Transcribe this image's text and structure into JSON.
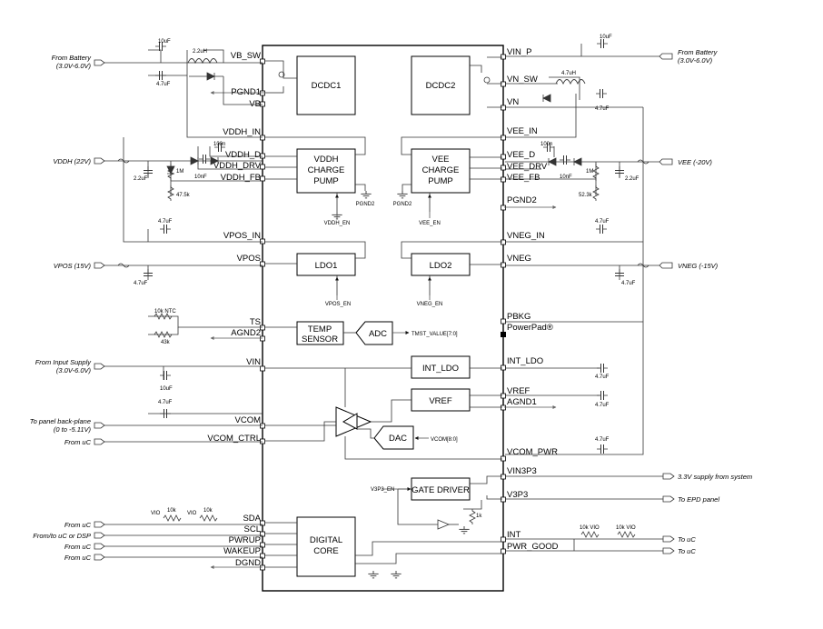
{
  "chip": {
    "left_pins": [
      "VB_SW",
      "PGND1",
      "VB",
      "VDDH_IN",
      "VDDH_D",
      "VDDH_DRV",
      "VDDH_FB",
      "VPOS_IN",
      "VPOS",
      "TS",
      "AGND2",
      "VIN",
      "VCOM",
      "VCOM_CTRL",
      "SDA",
      "SCL",
      "PWRUP",
      "WAKEUP",
      "DGND"
    ],
    "right_pins": [
      "VIN_P",
      "VN_SW",
      "VN",
      "VEE_IN",
      "VEE_D",
      "VEE_DRV",
      "VEE_FB",
      "PGND2",
      "VNEG_IN",
      "VNEG",
      "PBKG",
      "PowerPad®",
      "INT_LDO",
      "VREF",
      "AGND1",
      "VCOM_PWR",
      "VIN3P3",
      "V3P3",
      "INT",
      "PWR_GOOD"
    ]
  },
  "blocks": {
    "dcdc1": "DCDC1",
    "dcdc2": "DCDC2",
    "vddh_pump": [
      "VDDH",
      "CHARGE",
      "PUMP"
    ],
    "vee_pump": [
      "VEE",
      "CHARGE",
      "PUMP"
    ],
    "ldo1": "LDO1",
    "ldo2": "LDO2",
    "temp_sensor": [
      "TEMP",
      "SENSOR"
    ],
    "adc": "ADC",
    "int_ldo": "INT_LDO",
    "vref": "VREF",
    "dac": "DAC",
    "gate_driver": "GATE DRIVER",
    "digital_core": [
      "DIGITAL",
      "CORE"
    ]
  },
  "signals": {
    "vddh_en": "VDDH_EN",
    "vee_en": "VEE_EN",
    "vpos_en": "VPOS_EN",
    "vneg_en": "VNEG_EN",
    "pgnd2_a": "PGND2",
    "pgnd2_b": "PGND2",
    "tmst": "TMST_VALUE[7:0]",
    "vcom_bus": "VCOM[8:0]",
    "v3p3_en": "V3P3_EN"
  },
  "external_left": {
    "battery": [
      "From Battery",
      "(3.0V-6.0V)"
    ],
    "vddh": "VDDH (22V)",
    "vpos": "VPOS (15V)",
    "input_supply": [
      "From Input Supply",
      "(3.0V-6.0V)"
    ],
    "panel": [
      "To panel back-plane",
      "(0 to -5.11V)"
    ],
    "from_uc_vcom": "From uC",
    "from_uc_sda": "From uC",
    "from_uc_dsp": "From/to uC or DSP",
    "from_uc_pwrup": "From uC",
    "from_uc_wakeup": "From uC"
  },
  "external_right": {
    "battery": [
      "From Battery",
      "(3.0V-6.0V)"
    ],
    "vee": "VEE (-20V)",
    "vneg": "VNEG (-15V)",
    "supply_3v3": "3.3V supply from system",
    "epd": "To EPD panel",
    "to_uc_int": "To uC",
    "to_uc_pg": "To uC"
  },
  "components": {
    "c10u_a": "10uF",
    "l22": "2.2uH",
    "c47_a": "4.7uF",
    "c10u_b": "10uF",
    "l47": "4.7uH",
    "c47_b": "4.7uF",
    "c100n_a": "100n",
    "c10n_a": "10nF",
    "r1m_a": "1M",
    "c22_a": "2.2uF",
    "r475": "47.5k",
    "c100n_b": "100n",
    "c10n_b": "10nF",
    "r1m_b": "1M",
    "c22_b": "2.2uF",
    "r523": "52.3k",
    "c47_vposin": "4.7uF",
    "c47_vnegin": "4.7uF",
    "c47_vpos": "4.7uF",
    "c47_vneg": "4.7uF",
    "ntc": "10k NTC",
    "r43": "43k",
    "c10u_vin": "10uF",
    "c47_intldo": "4.7uF",
    "c47_vcom": "4.7uF",
    "c47_vref": "4.7uF",
    "c47_vcompwr": "4.7uF",
    "r1k": "1k",
    "vio_r1": "VIO",
    "r10k_1": "10k",
    "vio_r2": "VIO",
    "r10k_2": "10k",
    "vio_r3": "10k VIO",
    "vio_r4": "10k VIO"
  }
}
